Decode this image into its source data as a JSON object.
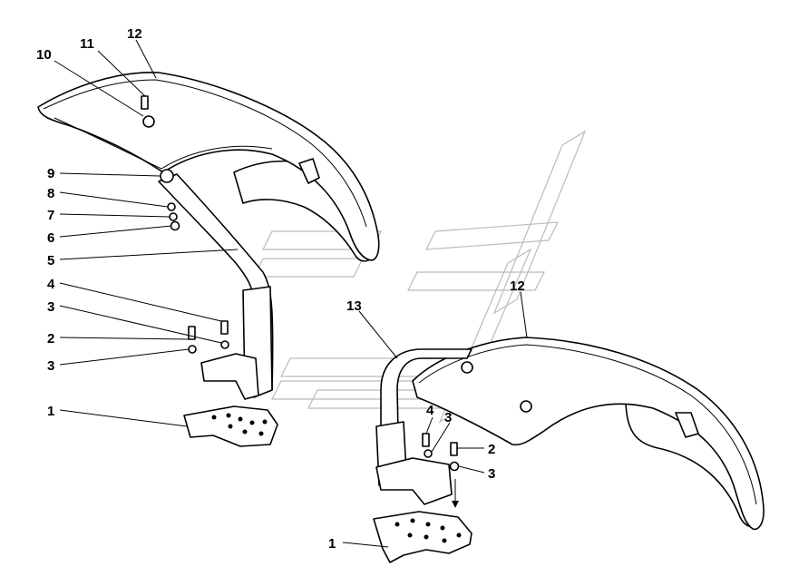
{
  "diagram": {
    "labels": [
      {
        "id": "10a",
        "text": "10"
      },
      {
        "id": "11a",
        "text": "11"
      },
      {
        "id": "12a",
        "text": "12"
      },
      {
        "id": "9a",
        "text": "9"
      },
      {
        "id": "8a",
        "text": "8"
      },
      {
        "id": "7a",
        "text": "7"
      },
      {
        "id": "6a",
        "text": "6"
      },
      {
        "id": "5a",
        "text": "5"
      },
      {
        "id": "4a",
        "text": "4"
      },
      {
        "id": "3a",
        "text": "3"
      },
      {
        "id": "2a",
        "text": "2"
      },
      {
        "id": "3b",
        "text": "3"
      },
      {
        "id": "1a",
        "text": "1"
      },
      {
        "id": "13b",
        "text": "13"
      },
      {
        "id": "12b",
        "text": "12"
      },
      {
        "id": "4b",
        "text": "4"
      },
      {
        "id": "3c",
        "text": "3"
      },
      {
        "id": "2b",
        "text": "2"
      },
      {
        "id": "3d",
        "text": "3"
      },
      {
        "id": "1b",
        "text": "1"
      }
    ]
  }
}
